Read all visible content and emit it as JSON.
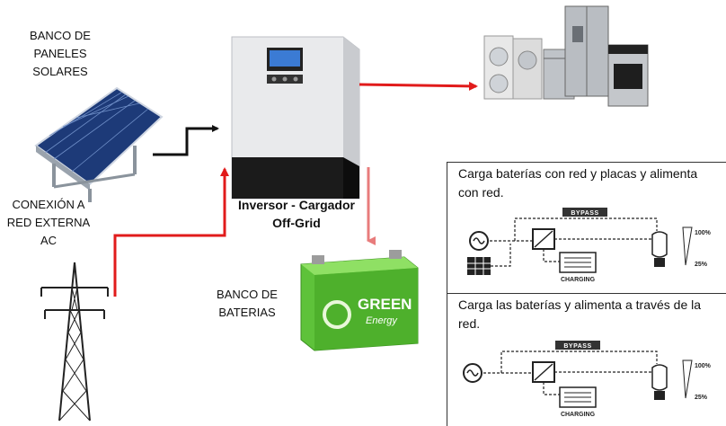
{
  "labels": {
    "solar_bank": [
      "BANCO DE",
      "PANELES",
      "SOLARES"
    ],
    "grid": [
      "CONEXIÓN A",
      "RED EXTERNA",
      "AC"
    ],
    "inverter": [
      "Inversor - Cargador",
      "Off-Grid"
    ],
    "battery_bank": [
      "BANCO DE",
      "BATERIAS"
    ]
  },
  "battery_brand": [
    "GREEN",
    "Energy"
  ],
  "panel": {
    "mode1": {
      "caption": "Carga baterías con red y placas y alimenta con red.",
      "bypass": "BYPASS",
      "charging": "CHARGING",
      "pct_high": "100%",
      "pct_low": "25%"
    },
    "mode2": {
      "caption": "Carga las baterías y alimenta a través de la red.",
      "bypass": "BYPASS",
      "charging": "CHARGING",
      "pct_high": "100%",
      "pct_low": "25%"
    }
  },
  "colors": {
    "arrow_red": "#e11b1b",
    "arrow_black": "#111111",
    "battery_green": "#5ec23a",
    "panel_blue": "#2a4c8c"
  }
}
